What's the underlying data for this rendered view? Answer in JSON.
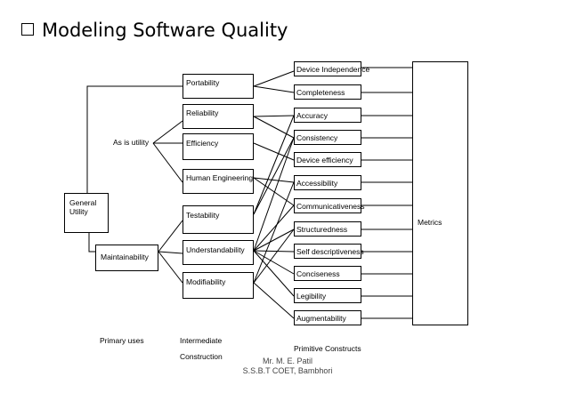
{
  "title": "Modeling Software Quality",
  "diagram": {
    "root": "General Utility",
    "primary_uses": [
      "As is utility",
      "Maintainability"
    ],
    "intermediate_constructs": [
      "Portability",
      "Reliability",
      "Efficiency",
      "Human Engineering",
      "Testability",
      "Understandability",
      "Modifiability"
    ],
    "primitive_constructs": [
      "Device Independence",
      "Completeness",
      "Accuracy",
      "Consistency",
      "Device efficiency",
      "Accessibility",
      "Communicativeness",
      "Structuredness",
      "Self descriptiveness",
      "Conciseness",
      "Legibility",
      "Augmentability"
    ],
    "metrics": "Metrics"
  },
  "footer": {
    "primary_uses": "Primary uses",
    "intermediate": "Intermediate",
    "construction": "Construction",
    "primitive": "Primitive Constructs"
  },
  "author": {
    "name": "Mr. M. E. Patil",
    "institute": "S.S.B.T COET, Bambhori"
  }
}
